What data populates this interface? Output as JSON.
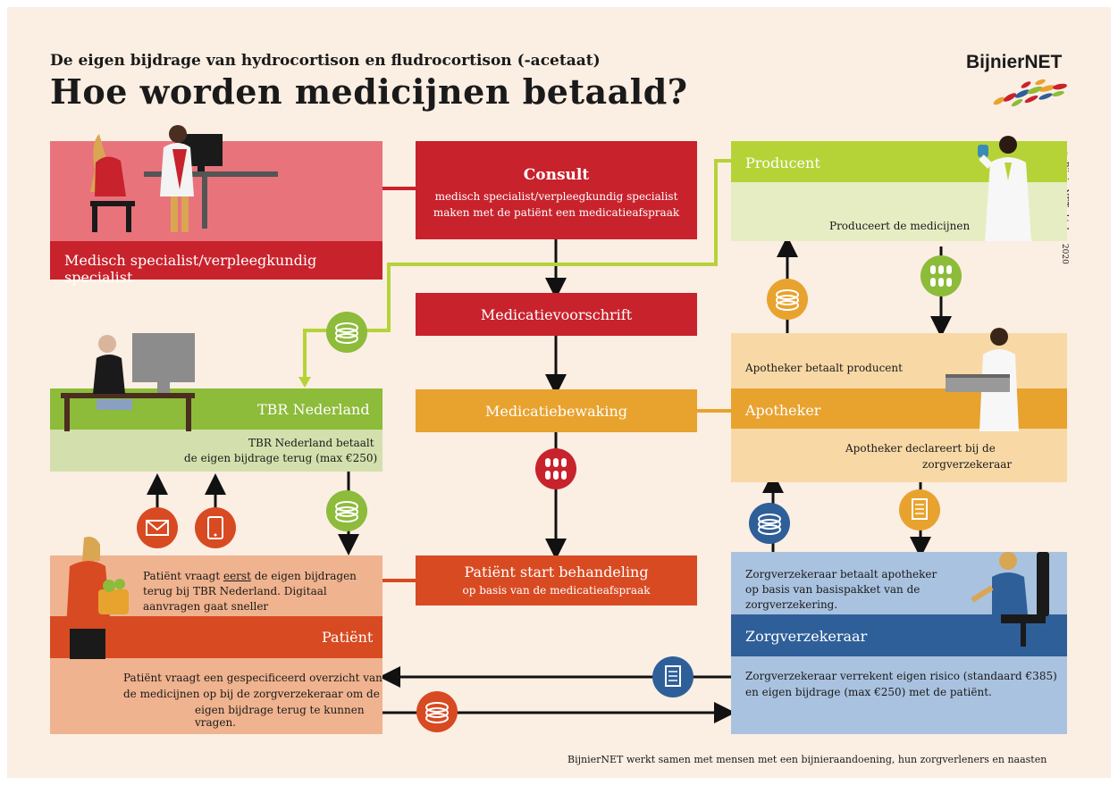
{
  "header": {
    "subtitle": "De eigen bijdrage van hydrocortison en fludrocortison (-acetaat)",
    "title": "Hoe worden medicijnen betaald?",
    "logo": "BijnierNET",
    "copyright": "© BijnierNET oktober 2020"
  },
  "boxes": {
    "specialist": "Medisch specialist/verpleegkundig specialist",
    "consult_title": "Consult",
    "consult_text_1": "medisch specialist/verpleegkundig specialist",
    "consult_text_2": "maken met de patiënt een medicatieafspraak",
    "producent": "Producent",
    "producent_text": "Produceert de medicijnen",
    "voorschrift": "Medicatievoorschrift",
    "bewaking": "Medicatiebewaking",
    "apotheker": "Apotheker",
    "apotheker_betaalt": "Apotheker betaalt producent",
    "apotheker_declareert_1": "Apotheker declareert bij de",
    "apotheker_declareert_2": "zorgverzekeraar",
    "tbr": "TBR Nederland",
    "tbr_text_1": "TBR Nederland betaalt",
    "tbr_text_2": "de eigen bijdrage terug (max €250)",
    "start_title": "Patiënt start behandeling",
    "start_text": "op basis van de medicatieafspraak",
    "patient": "Patiënt",
    "patient_text_1a": "Patiënt vraagt ",
    "patient_text_1b": "eerst",
    "patient_text_1c": " de eigen bijdragen",
    "patient_text_2": "terug bij TBR Nederland. Digitaal",
    "patient_text_3": "aanvragen gaat sneller",
    "patient_overzicht_1": "Patiënt vraagt een gespecificeerd overzicht van",
    "patient_overzicht_2": "de medicijnen op bij de zorgverzekeraar om de",
    "patient_overzicht_3": "eigen bijdrage terug te kunnen vragen.",
    "zv_betaalt_1": "Zorgverzekeraar betaalt apotheker",
    "zv_betaalt_2": "op basis van basispakket van de",
    "zv_betaalt_3": "zorgverzekering.",
    "zorgverzekeraar": "Zorgverzekeraar",
    "zv_verrekent_1": "Zorgverzekeraar verrekent eigen risico (standaard €385)",
    "zv_verrekent_2": "en eigen bijdrage (max €250) met de patiënt."
  },
  "footer": "BijnierNET werkt samen met mensen met een bijnieraandoening, hun zorgverleners en naasten",
  "icons": [
    "coins-icon",
    "pills-icon",
    "envelope-icon",
    "tablet-icon",
    "document-icon"
  ],
  "colors": {
    "red": "#c8222c",
    "pink": "#e8737b",
    "green": "#8dbb3a",
    "orange": "#e8a22e",
    "lightorange": "#f8d9a6",
    "blue": "#2f5f99",
    "lightblue": "#a9c2df",
    "salmon": "#e67a52",
    "patientorange": "#d84a22"
  }
}
